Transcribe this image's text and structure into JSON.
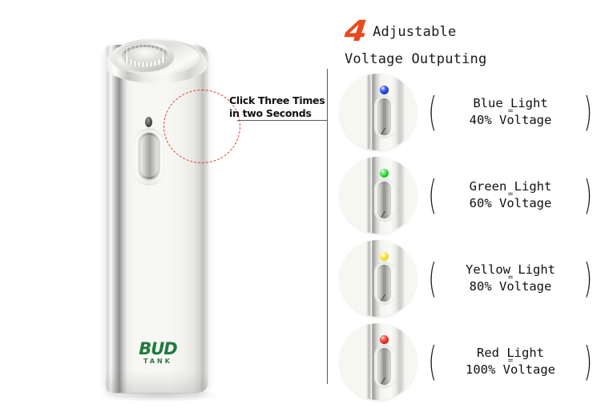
{
  "header": {
    "number": "4",
    "line1": "Adjustable",
    "line2": "Voltage Outputing",
    "accent_color": "#E8491F"
  },
  "callout": {
    "line1": "Click Three Times",
    "line2": "in two Seconds",
    "highlight_color": "#E0382F"
  },
  "device": {
    "brand_main": "BUD",
    "brand_sub": "TANK",
    "brand_color": "#1F7A3D"
  },
  "modes": [
    {
      "led_color_name": "Blue",
      "led_hex": "#1433CC",
      "light_label": "Blue Light",
      "equals": "=",
      "voltage_label": "40% Voltage",
      "open_paren": "(",
      "close_paren": ")"
    },
    {
      "led_color_name": "Green",
      "led_hex": "#17C21C",
      "light_label": "Green Light",
      "equals": "=",
      "voltage_label": "60% Voltage",
      "open_paren": "(",
      "close_paren": ")"
    },
    {
      "led_color_name": "Yellow",
      "led_hex": "#F2D314",
      "light_label": "Yellow Light",
      "equals": "=",
      "voltage_label": "80% Voltage",
      "open_paren": "(",
      "close_paren": ")"
    },
    {
      "led_color_name": "Red",
      "led_hex": "#E01515",
      "light_label": "Red Light",
      "equals": "=",
      "voltage_label": "100% Voltage",
      "open_paren": "(",
      "close_paren": ")"
    }
  ]
}
